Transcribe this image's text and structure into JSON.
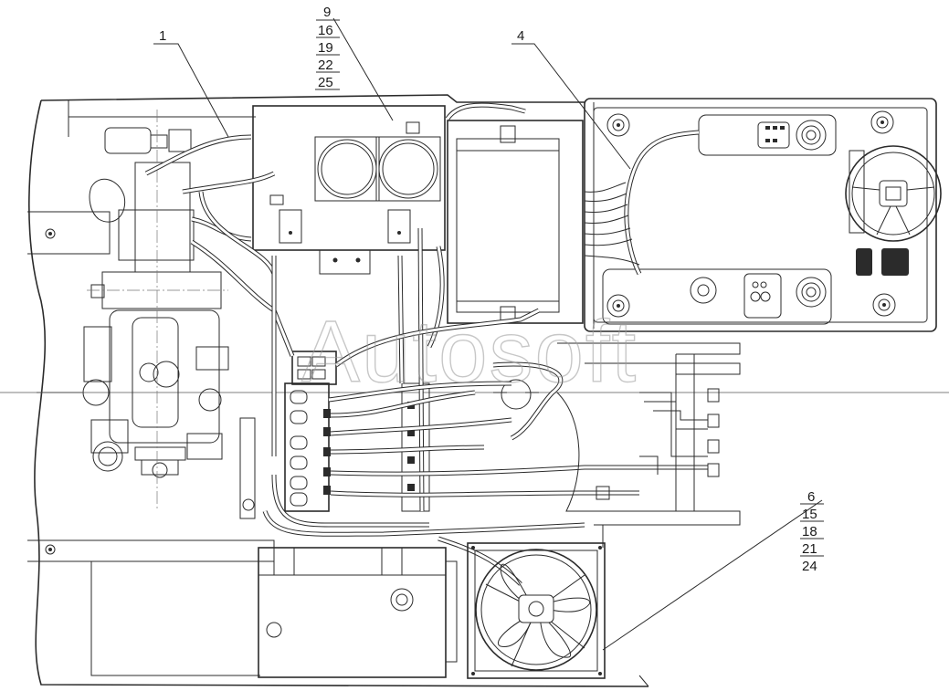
{
  "diagram": {
    "callouts": [
      {
        "id": "callout-1",
        "labels": [
          "1"
        ]
      },
      {
        "id": "callout-9",
        "labels": [
          "9",
          "16",
          "19",
          "22",
          "25"
        ]
      },
      {
        "id": "callout-4",
        "labels": [
          "4"
        ]
      },
      {
        "id": "callout-6",
        "labels": [
          "6",
          "15",
          "18",
          "21",
          "24"
        ]
      }
    ],
    "watermark": "Autosoft"
  }
}
